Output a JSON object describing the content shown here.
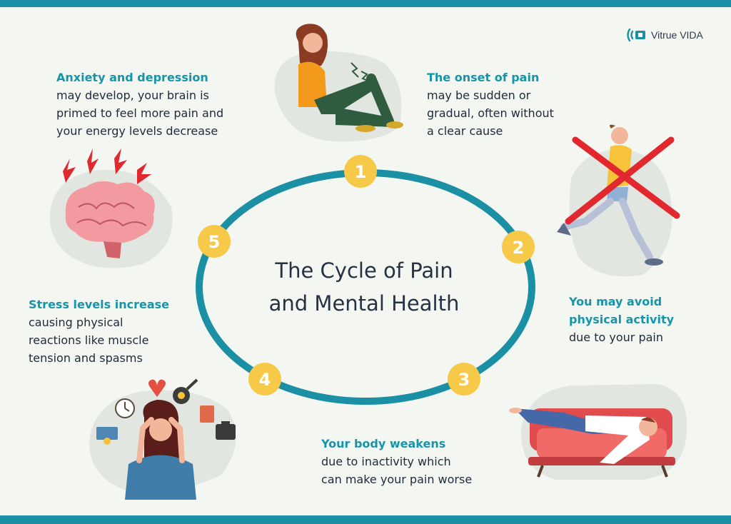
{
  "brand": {
    "name": "Vitrue VIDA",
    "icon": "broadcast-icon"
  },
  "title": {
    "line1": "The Cycle of Pain",
    "line2": "and Mental Health"
  },
  "steps": [
    {
      "number": "1",
      "heading": "The onset of pain",
      "lines": [
        "may be sudden or",
        "gradual, often without",
        "a clear cause"
      ]
    },
    {
      "number": "2",
      "heading_lines": [
        "You may avoid",
        "physical activity"
      ],
      "lines": [
        "due to your pain"
      ]
    },
    {
      "number": "3",
      "heading": "Your body weakens",
      "lines": [
        "due to inactivity which",
        "can make your pain worse"
      ]
    },
    {
      "number": "4",
      "heading": "Stress levels increase",
      "lines": [
        "causing physical",
        "reactions like muscle",
        "tension and spasms"
      ]
    },
    {
      "number": "5",
      "heading": "Anxiety and depression",
      "lines": [
        "may develop, your brain is",
        "primed to feel more pain and",
        "your energy levels decrease"
      ]
    }
  ],
  "colors": {
    "accent": "#1b8fa3",
    "heading": "#1795a8",
    "badge": "#f7c948",
    "text": "#1f2b3a",
    "background": "#f4f6f2"
  }
}
